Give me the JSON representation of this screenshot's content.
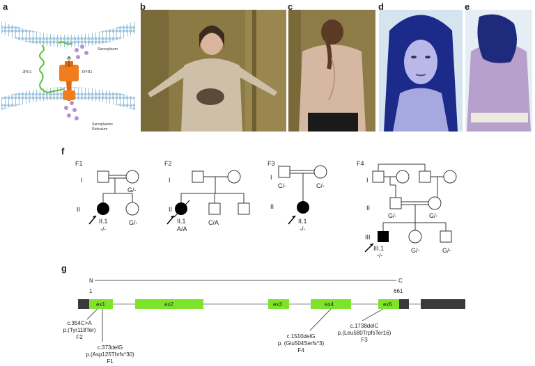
{
  "panels": {
    "a": "a",
    "b": "b",
    "c": "c",
    "d": "d",
    "e": "e",
    "f": "f",
    "g": "g"
  },
  "panel_a": {
    "sarcoplasm": "Sarcoplasm",
    "jph1": "JPH1",
    "ryr1": "RYR1",
    "sr_line1": "Sarcoplasmic",
    "sr_line2": "Reticulum",
    "colors": {
      "membrane": "#9ec4dd",
      "jph1": "#55c232",
      "ryr1": "#f07d1e",
      "calcium": "#b58fd6"
    }
  },
  "pedigrees": {
    "F1": {
      "label": "F1",
      "gen1": "I",
      "gen2": "II",
      "father_geno": "G/-",
      "proband_id": "II.1",
      "proband_geno": "-/-",
      "sib_geno": "G/-"
    },
    "F2": {
      "label": "F2",
      "gen1": "I",
      "gen2": "II",
      "proband_id": "II.1",
      "proband_geno": "A/A",
      "sib_geno": "C/A"
    },
    "F3": {
      "label": "F3",
      "gen1": "I",
      "gen2": "II",
      "father_geno": "C/-",
      "mother_geno": "C/-",
      "proband_id": "II.1",
      "proband_geno": "-/-"
    },
    "F4": {
      "label": "F4",
      "gen1": "I",
      "gen2": "II",
      "gen3": "III",
      "father_geno": "G/-",
      "mother_geno": "G/-",
      "proband_id": "III.1",
      "proband_geno": "-/-",
      "sib1_geno": "G/-",
      "sib2_geno": "G/-"
    }
  },
  "gene": {
    "n_label": "N",
    "c_label": "C",
    "start": "1",
    "end": "661",
    "exons": [
      "ex1",
      "ex2",
      "ex3",
      "ex4",
      "ex5"
    ],
    "colors": {
      "exon": "#7ee32b",
      "utr": "#3a3a3a"
    },
    "mutations": [
      {
        "cdna": "c.354C>A",
        "protein": "p.(Tyr118Ter)",
        "family": "F2"
      },
      {
        "cdna": "c.373delG",
        "protein": "p.(Asp125Thrfs*30)",
        "family": "F1"
      },
      {
        "cdna": "c.1510delG",
        "protein": "p. (Glu504Serfs*3)",
        "family": "F4"
      },
      {
        "cdna": "c.1738delC",
        "protein": "p.(Leu580TrpfsTer16)",
        "family": "F3"
      }
    ]
  }
}
